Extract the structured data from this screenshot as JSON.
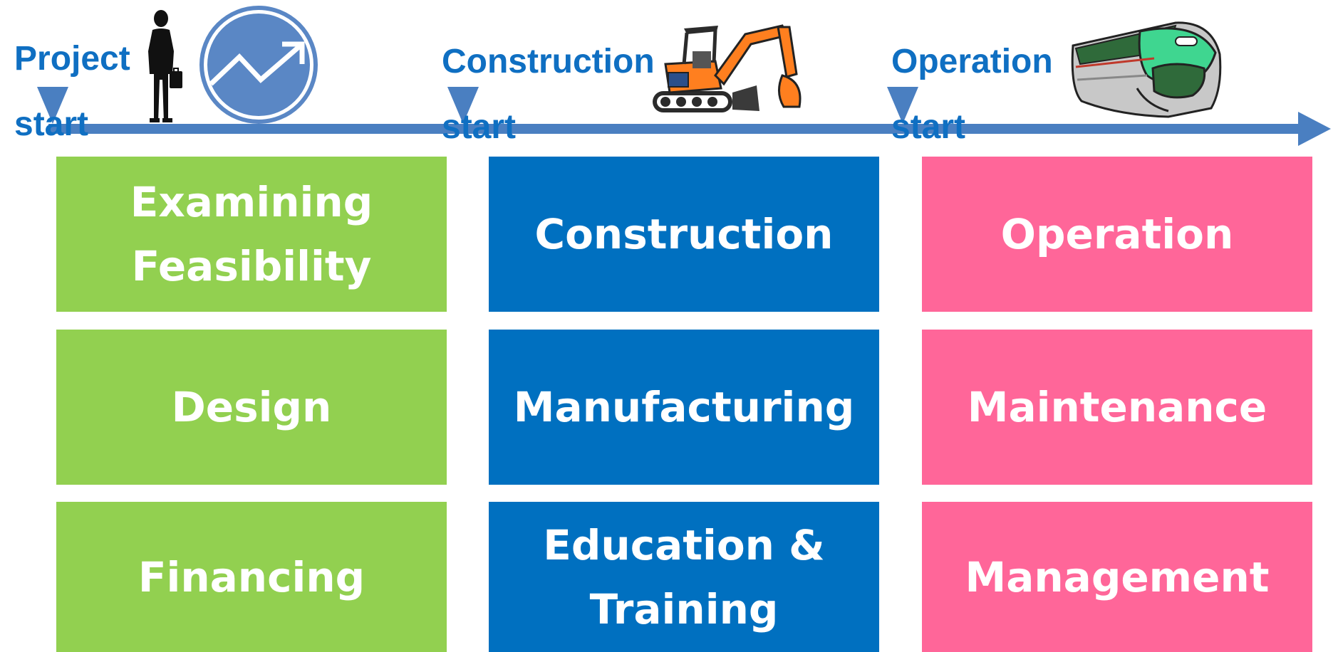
{
  "colors": {
    "timeline": "#4a7fc1",
    "milestone_text": "#0f6fc2",
    "planning_phase": "#92d050",
    "construction_phase": "#0070c0",
    "operation_phase": "#ff6699",
    "box_text": "#ffffff"
  },
  "milestones": [
    {
      "line1": "Project",
      "line2": "start"
    },
    {
      "line1": "Construction",
      "line2": "start"
    },
    {
      "line1": "Operation",
      "line2": "start"
    }
  ],
  "icons": {
    "businessman": "businessman-icon",
    "growth_chart": "growth-chart-icon",
    "excavator": "excavator-icon",
    "bullet_train": "bullet-train-icon"
  },
  "phases": {
    "planning": [
      {
        "label": "Examining\nFeasibility"
      },
      {
        "label": "Design"
      },
      {
        "label": "Financing"
      }
    ],
    "construction": [
      {
        "label": "Construction"
      },
      {
        "label": "Manufacturing"
      },
      {
        "label": "Education &\nTraining"
      }
    ],
    "operation": [
      {
        "label": "Operation"
      },
      {
        "label": "Maintenance"
      },
      {
        "label": "Management"
      }
    ]
  }
}
